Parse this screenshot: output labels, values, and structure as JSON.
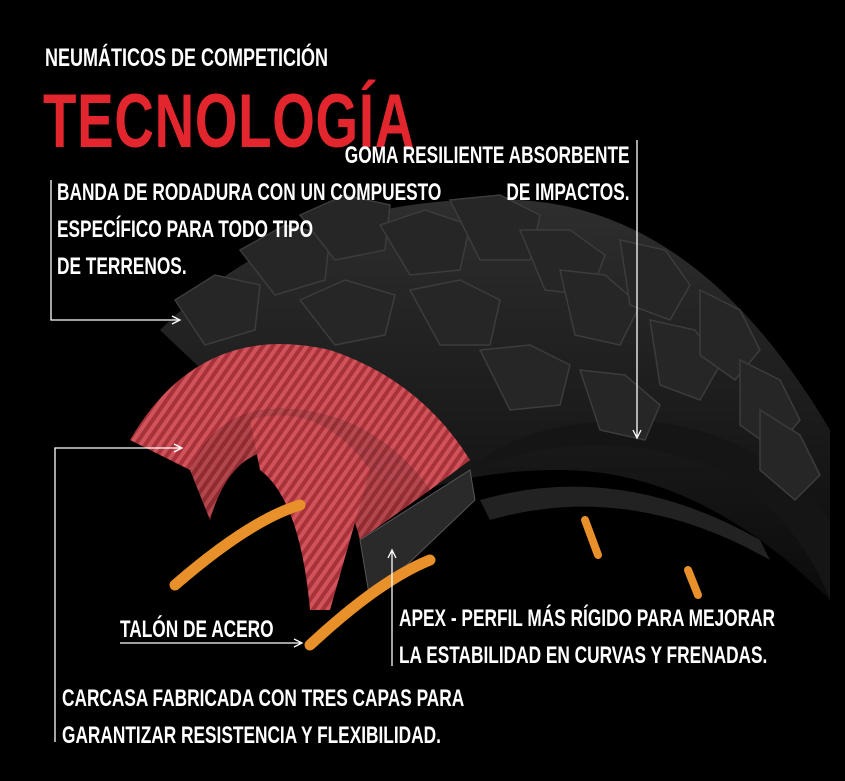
{
  "header": {
    "subtitle": "NEUMÁTICOS DE COMPETICIÓN",
    "title": "TECNOLOGÍA"
  },
  "colors": {
    "accent": "#e3262e",
    "background": "#000000",
    "fabric": "#b8383f",
    "bead": "#e8902a"
  },
  "annotations": {
    "goma": [
      "GOMA RESILIENTE ABSORBENTE",
      "DE IMPACTOS."
    ],
    "banda": [
      "BANDA DE RODADURA CON UN COMPUESTO",
      "ESPECÍFICO PARA TODO TIPO",
      "DE TERRENOS."
    ],
    "talon": "TALÓN DE ACERO",
    "apex": [
      "APEX - PERFIL MÁS RÍGIDO PARA MEJORAR",
      "LA ESTABILIDAD EN CURVAS Y FRENADAS."
    ],
    "carcasa": [
      "CARCASA FABRICADA CON TRES CAPAS PARA",
      "GARANTIZAR RESISTENCIA Y FLEXIBILIDAD."
    ]
  }
}
